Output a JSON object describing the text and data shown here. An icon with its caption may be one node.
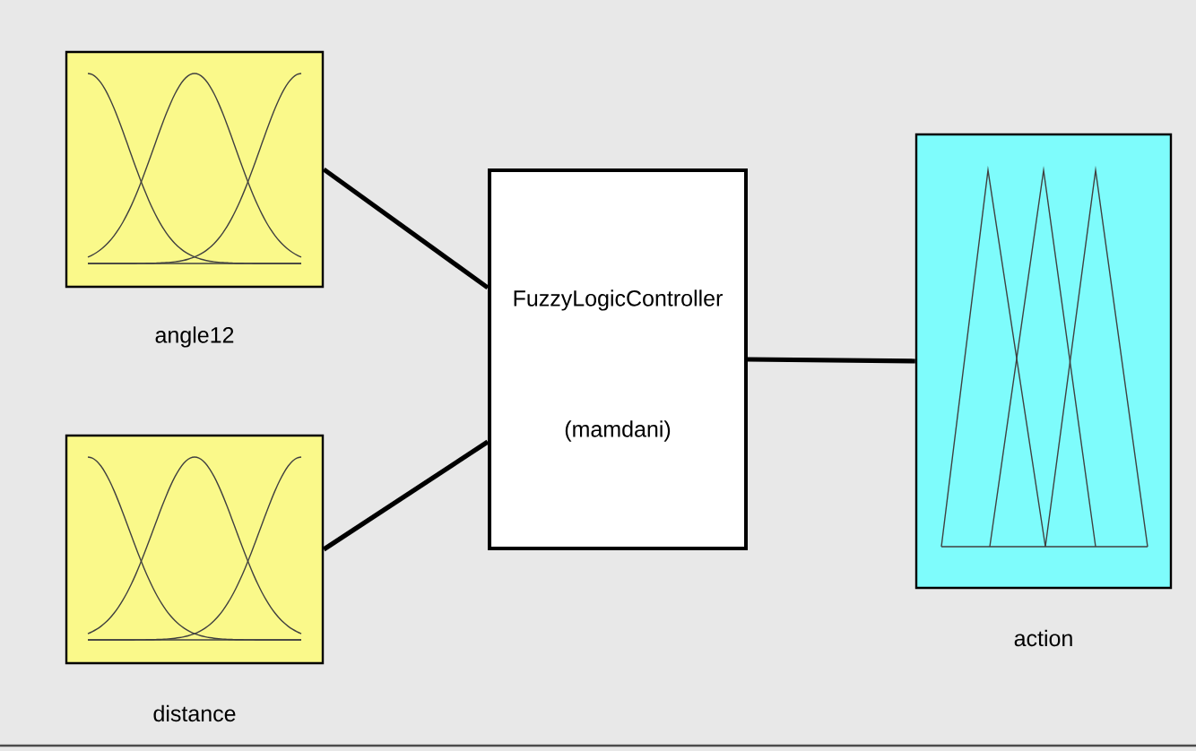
{
  "diagram": {
    "nodes": [
      {
        "text": [
          "angle12"
        ]
      },
      {
        "text": [
          "distance"
        ]
      },
      {
        "text": [
          "FuzzyLogicController",
          "(mamdani)"
        ]
      },
      {
        "text": [
          "action"
        ]
      }
    ],
    "edges": [
      {
        "from": 0,
        "to": 2,
        "arrow": "none"
      },
      {
        "from": 1,
        "to": 2,
        "arrow": "none"
      },
      {
        "from": 2,
        "to": 3,
        "arrow": "none"
      }
    ]
  }
}
